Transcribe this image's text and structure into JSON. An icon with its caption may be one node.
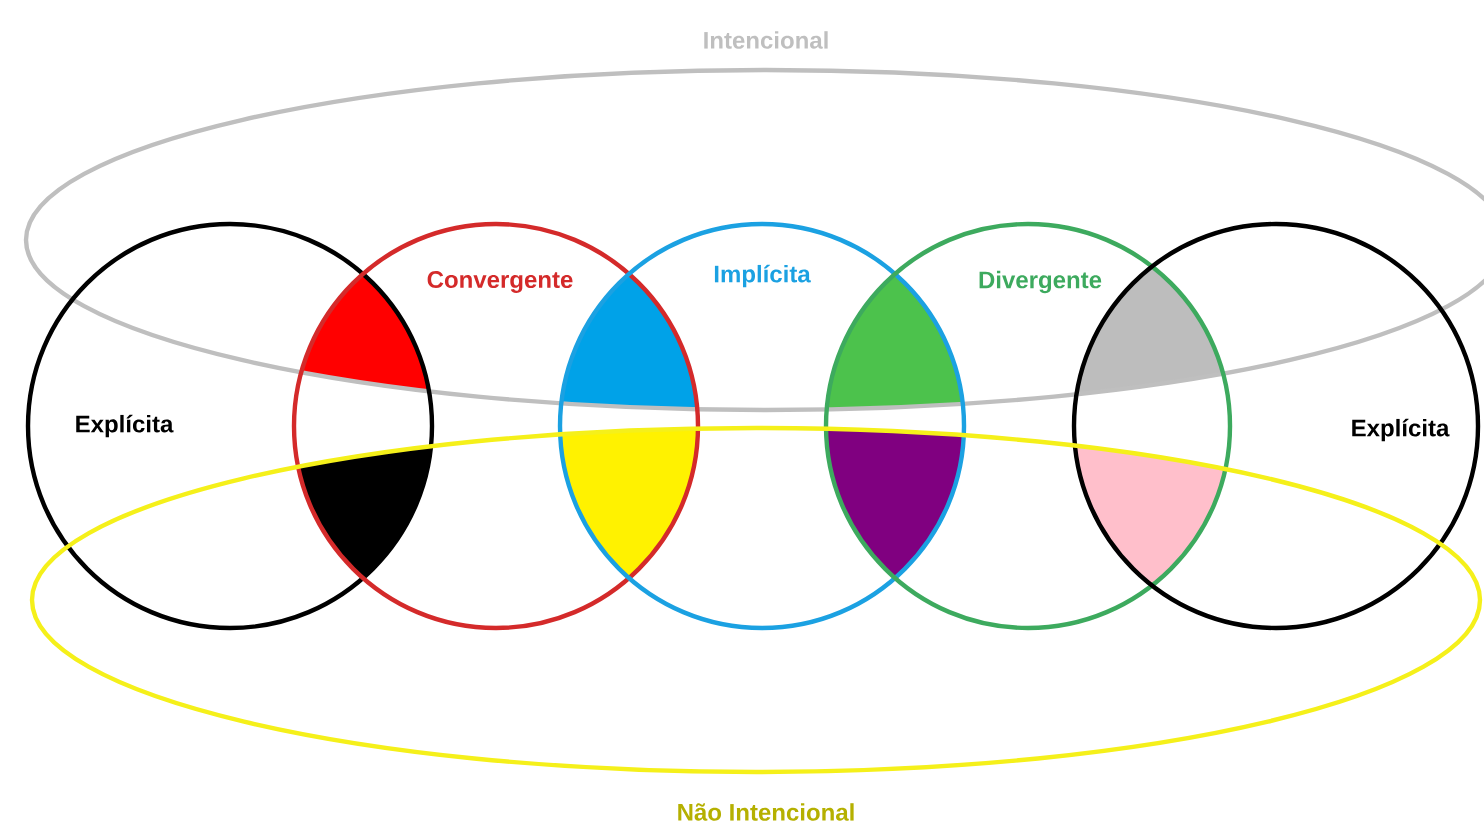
{
  "diagram": {
    "nodes": [
      {
        "text": [
          "Intencional"
        ]
      },
      {
        "text": [
          "Explícita"
        ]
      },
      {
        "text": [
          "Convergente"
        ]
      },
      {
        "text": [
          "Implícita"
        ]
      },
      {
        "text": [
          "Divergente"
        ]
      },
      {
        "text": [
          "Explícita"
        ]
      },
      {
        "text": [
          "Não Intencional"
        ]
      }
    ]
  }
}
